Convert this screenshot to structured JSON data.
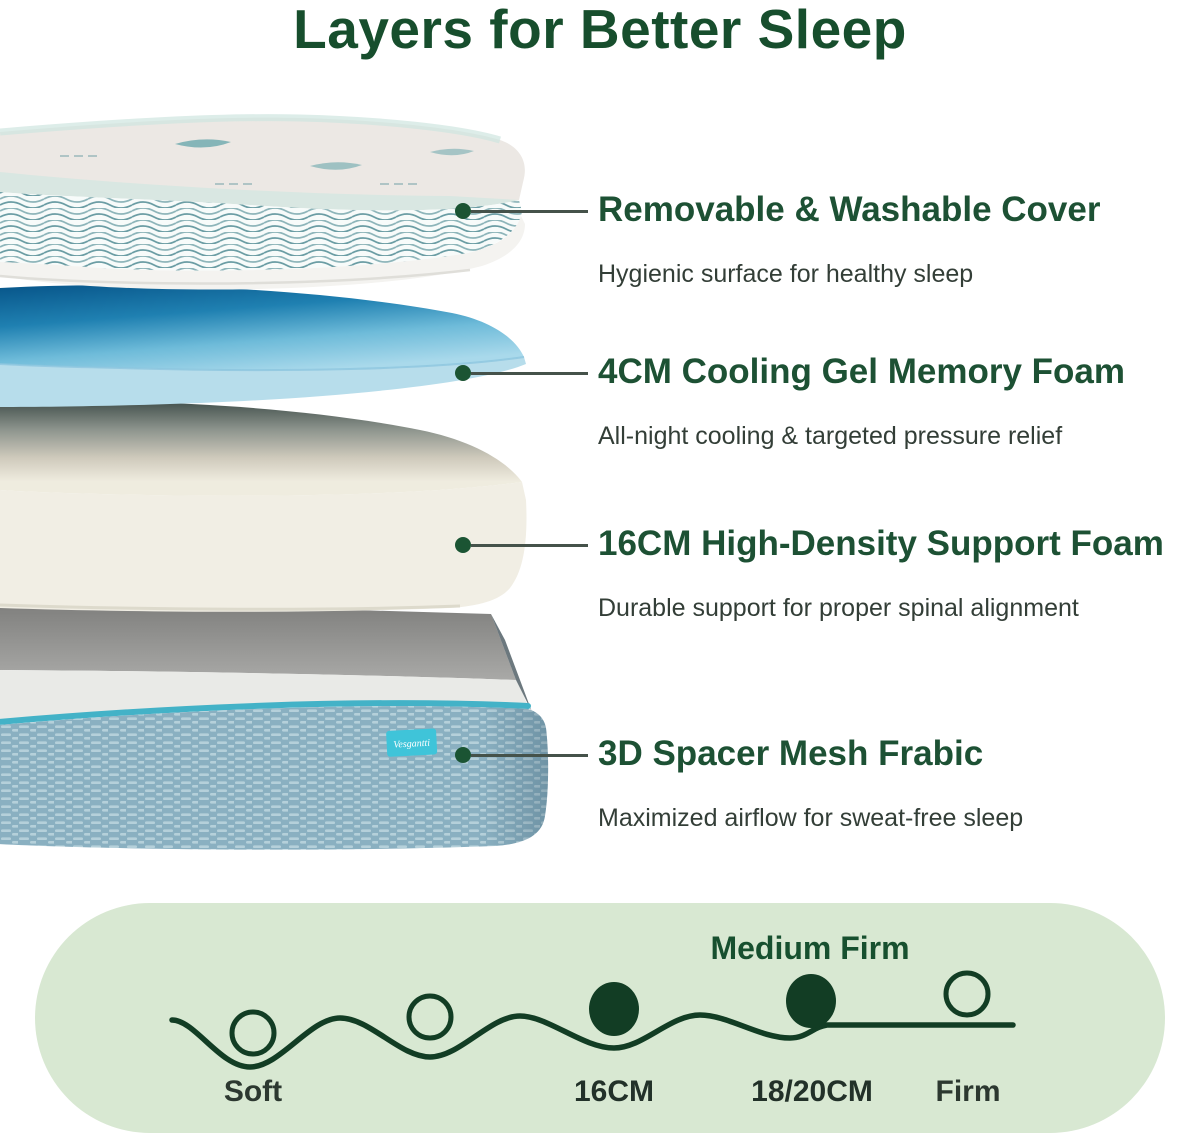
{
  "title": "Layers for Better Sleep",
  "features": [
    {
      "heading": "Removable & Washable Cover",
      "description": "Hygienic surface for healthy sleep"
    },
    {
      "heading": "4CM Cooling Gel Memory Foam",
      "description": "All-night cooling & targeted pressure relief"
    },
    {
      "heading": "16CM High-Density Support Foam",
      "description": "Durable support for proper spinal alignment"
    },
    {
      "heading": "3D Spacer Mesh Frabic",
      "description": "Maximized  airflow for sweat-free sleep"
    }
  ],
  "brand_tag": "Vesgantti",
  "firmness": {
    "title": "Medium Firm",
    "points": [
      {
        "label": "Soft",
        "filled": false
      },
      {
        "label": "",
        "filled": false
      },
      {
        "label": "16CM",
        "filled": true
      },
      {
        "label": "18/20CM",
        "filled": true
      },
      {
        "label": "Firm",
        "filled": false
      }
    ]
  },
  "colors": {
    "title_green": "#174e2d",
    "heading_green": "#1d5134",
    "body_text": "#333e37",
    "leader_line": "#45524a",
    "bullet_dot": "#1b5433",
    "banner_bg": "#d8e8d2",
    "wave": "#123d24",
    "gel_dark_blue": "#0b5a8e",
    "gel_light_blue": "#a5d6e9",
    "foam_cream": "#f1eee4",
    "base_fabric": "#8ab0c1",
    "piping_teal": "#43b2c7",
    "tag_cyan": "#3fc4d9"
  }
}
